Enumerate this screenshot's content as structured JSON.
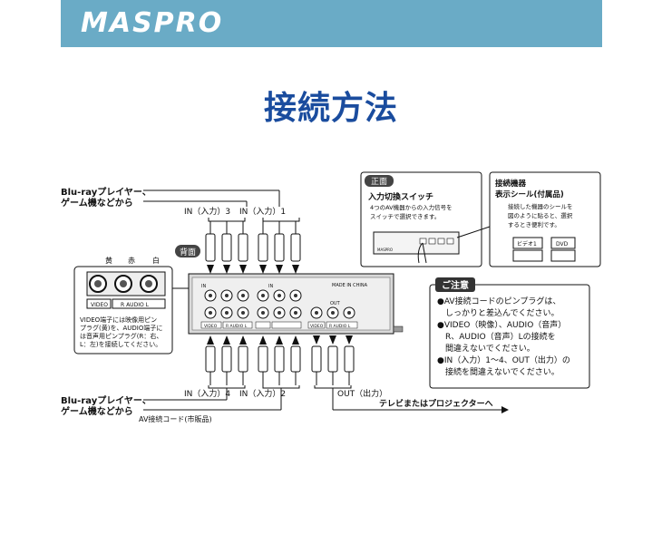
{
  "header": {
    "logo_text": "MASPRO",
    "brand_color": "#6aabc6"
  },
  "page_title": "接続方法",
  "title_color": "#1a4c9e",
  "sources": {
    "top": [
      "Blu-rayプレイヤー、",
      "ゲーム機などから"
    ],
    "bottom": [
      "Blu-rayプレイヤー、",
      "ゲーム機などから"
    ]
  },
  "inputs": {
    "in3": "IN（入力）3",
    "in1": "IN（入力）1",
    "in4": "IN（入力）4",
    "in2": "IN（入力）2",
    "out": "OUT（出力）"
  },
  "back_panel": {
    "label": "背面",
    "made_in": "MADE IN CHINA",
    "video": "VIDEO",
    "audio": "R  AUDIO  L",
    "in_label": "IN",
    "out_label": "OUT"
  },
  "jack_detail": {
    "colors": [
      "黄",
      "赤",
      "白"
    ],
    "video_label": "VIDEO",
    "audio_label": "R  AUDIO  L",
    "note": [
      "VIDEO端子には映像用ピン",
      "プラグ(黄)を、AUDIO端子に",
      "は音声用ピンプラグ(R：右、",
      "L：左)を接続してください。"
    ]
  },
  "front_panel": {
    "label": "正面",
    "switch_title": "入力切換スイッチ",
    "switch_desc": [
      "4つのAV機器からの入力信号を",
      "スイッチで選択できます。"
    ],
    "brand": "MASPRO"
  },
  "seal": {
    "title": [
      "接続機器",
      "表示シール(付属品)"
    ],
    "desc": [
      "接続した機器のシールを",
      "図のように貼ると、選択",
      "するとき便利です。"
    ],
    "tags": [
      "ビデオ1",
      "DVD"
    ]
  },
  "caution": {
    "label": "ご注意",
    "items": [
      [
        "●AV接続コードのピンプラグは、",
        "　しっかりと差込んでください。"
      ],
      [
        "●VIDEO（映像）、AUDIO（音声）",
        "　R、AUDIO（音声）Lの接続を",
        "　間違えないでください。"
      ],
      [
        "●IN（入力）1〜4、OUT（出力）の",
        "　接続を間違えないでください。"
      ]
    ]
  },
  "destination": "テレビまたはプロジェクターへ",
  "cable_label": "AV接続コード(市販品)"
}
